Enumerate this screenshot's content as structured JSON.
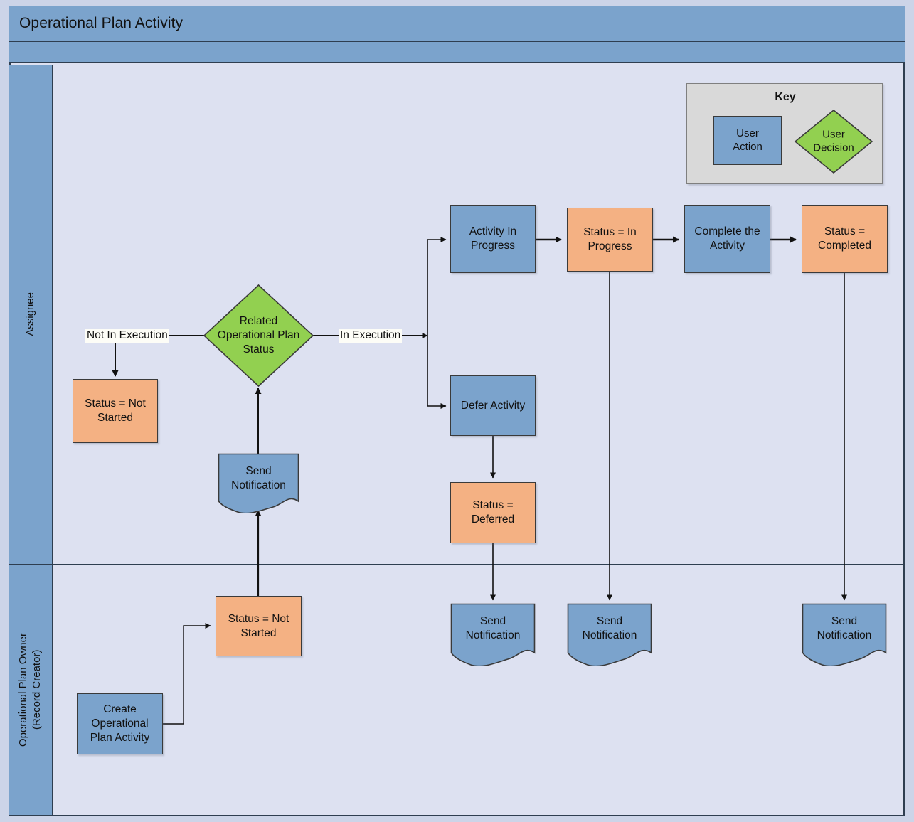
{
  "pool": {
    "title": "Operational Plan Activity",
    "lanes": [
      {
        "id": "assignee",
        "label": "Assignee"
      },
      {
        "id": "owner",
        "label": "Operational Plan Owner\n(Record Creator)"
      }
    ]
  },
  "key": {
    "title": "Key",
    "action_label": "User\nAction",
    "decision_label": "User\nDecision"
  },
  "colors": {
    "action_fill": "#7ba3cc",
    "status_fill": "#f4b183",
    "decision_fill": "#92d050",
    "lane_header": "#7ba3cc",
    "lane_body": "#dde1f1",
    "page_bg": "#ccd4e8",
    "key_fill": "#d9d9d9",
    "stroke": "#3a3a3a"
  },
  "nodes": {
    "create_activity": {
      "label": "Create\nOperational\nPlan Activity",
      "type": "action",
      "lane": "owner"
    },
    "status_not_started_owner": {
      "label": "Status = Not\nStarted",
      "type": "status",
      "lane": "owner"
    },
    "send_notification_to_decision": {
      "label": "Send\nNotification",
      "type": "document",
      "lane": "assignee"
    },
    "decision_plan_status": {
      "label": "Related\nOperational Plan\nStatus",
      "type": "decision",
      "lane": "assignee"
    },
    "status_not_started_assignee": {
      "label": "Status = Not\nStarted",
      "type": "status",
      "lane": "assignee"
    },
    "activity_in_progress": {
      "label": "Activity In\nProgress",
      "type": "action",
      "lane": "assignee"
    },
    "status_in_progress": {
      "label": "Status = In\nProgress",
      "type": "status",
      "lane": "assignee"
    },
    "complete_the_activity": {
      "label": "Complete the\nActivity",
      "type": "action",
      "lane": "assignee"
    },
    "status_completed": {
      "label": "Status =\nCompleted",
      "type": "status",
      "lane": "assignee"
    },
    "defer_activity": {
      "label": "Defer Activity",
      "type": "action",
      "lane": "assignee"
    },
    "status_deferred": {
      "label": "Status =\nDeferred",
      "type": "status",
      "lane": "assignee"
    },
    "send_notification_deferred": {
      "label": "Send\nNotification",
      "type": "document",
      "lane": "owner"
    },
    "send_notification_in_progress": {
      "label": "Send\nNotification",
      "type": "document",
      "lane": "owner"
    },
    "send_notification_completed": {
      "label": "Send\nNotification",
      "type": "document",
      "lane": "owner"
    }
  },
  "edge_labels": {
    "not_in_execution": "Not In Execution",
    "in_execution": "In Execution"
  }
}
